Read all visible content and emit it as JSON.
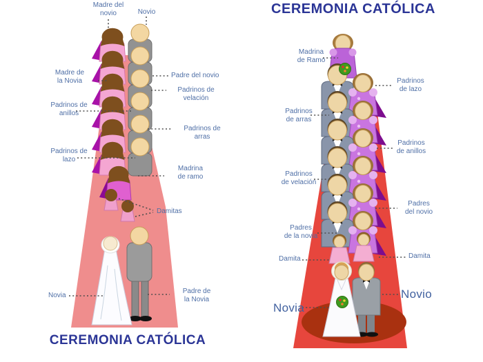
{
  "colors": {
    "label_text": "#4f6fa6",
    "label_text_big": "#41619f",
    "title_text": "#2b3596",
    "carpet_left": "#ef8d8d",
    "carpet_right": "#e7463d",
    "leader_dots": "#4d4d4d"
  },
  "left_diagram": {
    "title": "CEREMONIA CATÓLICA",
    "labels": {
      "madre_del_novio": "Madre del\nnovio",
      "novio": "Novio",
      "madre_de_la_novia": "Madre de\nla Novia",
      "padre_del_novio": "Padre del novio",
      "padrinos_velacion": "Padrinos de\nvelación",
      "padrinos_anillos": "Padrinos de\nanillos",
      "padrinos_arras": "Padrinos de\narras",
      "padrinos_lazo": "Padrinos de\nlazo",
      "madrina_ramo": "Madrina\nde ramo",
      "damitas": "Damitas",
      "novia": "Novia",
      "padre_de_la_novia": "Padre de\nla Novia"
    }
  },
  "right_diagram": {
    "title": "CEREMONIA CATÓLICA",
    "labels": {
      "madrina_ramo": "Madrina\nde Ramo",
      "padrinos_lazo": "Padrinos\nde lazo",
      "padrinos_arras": "Padrinos\nde arras",
      "padrinos_anillos": "Padrinos\nde anillos",
      "padrinos_velacion": "Padrinos\nde velación",
      "padres_del_novio": "Padres\ndel novio",
      "padres_de_la_novia": "Padres\nde la novia",
      "damita_left": "Damita",
      "damita_right": "Damita",
      "novia": "Novia",
      "novio": "Novio"
    }
  }
}
